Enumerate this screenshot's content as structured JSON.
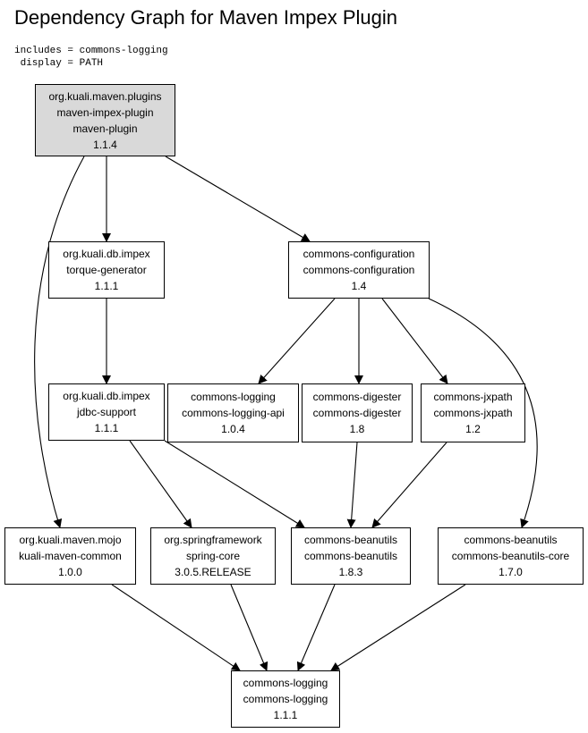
{
  "title": "Dependency Graph for Maven Impex Plugin",
  "params": [
    "includes = commons-logging",
    " display = PATH"
  ],
  "nodes": [
    {
      "id": "n0",
      "group": "org.kuali.maven.plugins",
      "artifact": "maven-impex-plugin",
      "type": "maven-plugin",
      "version": "1.1.4",
      "root": true
    },
    {
      "id": "n1",
      "group": "org.kuali.db.impex",
      "artifact": "torque-generator",
      "version": "1.1.1"
    },
    {
      "id": "n2",
      "group": "commons-configuration",
      "artifact": "commons-configuration",
      "version": "1.4"
    },
    {
      "id": "n3",
      "group": "org.kuali.db.impex",
      "artifact": "jdbc-support",
      "version": "1.1.1"
    },
    {
      "id": "n4",
      "group": "commons-logging",
      "artifact": "commons-logging-api",
      "version": "1.0.4"
    },
    {
      "id": "n5",
      "group": "commons-digester",
      "artifact": "commons-digester",
      "version": "1.8"
    },
    {
      "id": "n6",
      "group": "commons-jxpath",
      "artifact": "commons-jxpath",
      "version": "1.2"
    },
    {
      "id": "n7",
      "group": "org.kuali.maven.mojo",
      "artifact": "kuali-maven-common",
      "version": "1.0.0"
    },
    {
      "id": "n8",
      "group": "org.springframework",
      "artifact": "spring-core",
      "version": "3.0.5.RELEASE"
    },
    {
      "id": "n9",
      "group": "commons-beanutils",
      "artifact": "commons-beanutils",
      "version": "1.8.3"
    },
    {
      "id": "n10",
      "group": "commons-beanutils",
      "artifact": "commons-beanutils-core",
      "version": "1.7.0"
    },
    {
      "id": "n11",
      "group": "commons-logging",
      "artifact": "commons-logging",
      "version": "1.1.1"
    }
  ],
  "edges": [
    [
      "n0",
      "n1"
    ],
    [
      "n0",
      "n2"
    ],
    [
      "n0",
      "n7"
    ],
    [
      "n1",
      "n3"
    ],
    [
      "n2",
      "n4"
    ],
    [
      "n2",
      "n5"
    ],
    [
      "n2",
      "n6"
    ],
    [
      "n2",
      "n10"
    ],
    [
      "n3",
      "n8"
    ],
    [
      "n3",
      "n9"
    ],
    [
      "n5",
      "n9"
    ],
    [
      "n6",
      "n9"
    ],
    [
      "n7",
      "n11"
    ],
    [
      "n8",
      "n11"
    ],
    [
      "n9",
      "n11"
    ],
    [
      "n10",
      "n11"
    ]
  ]
}
